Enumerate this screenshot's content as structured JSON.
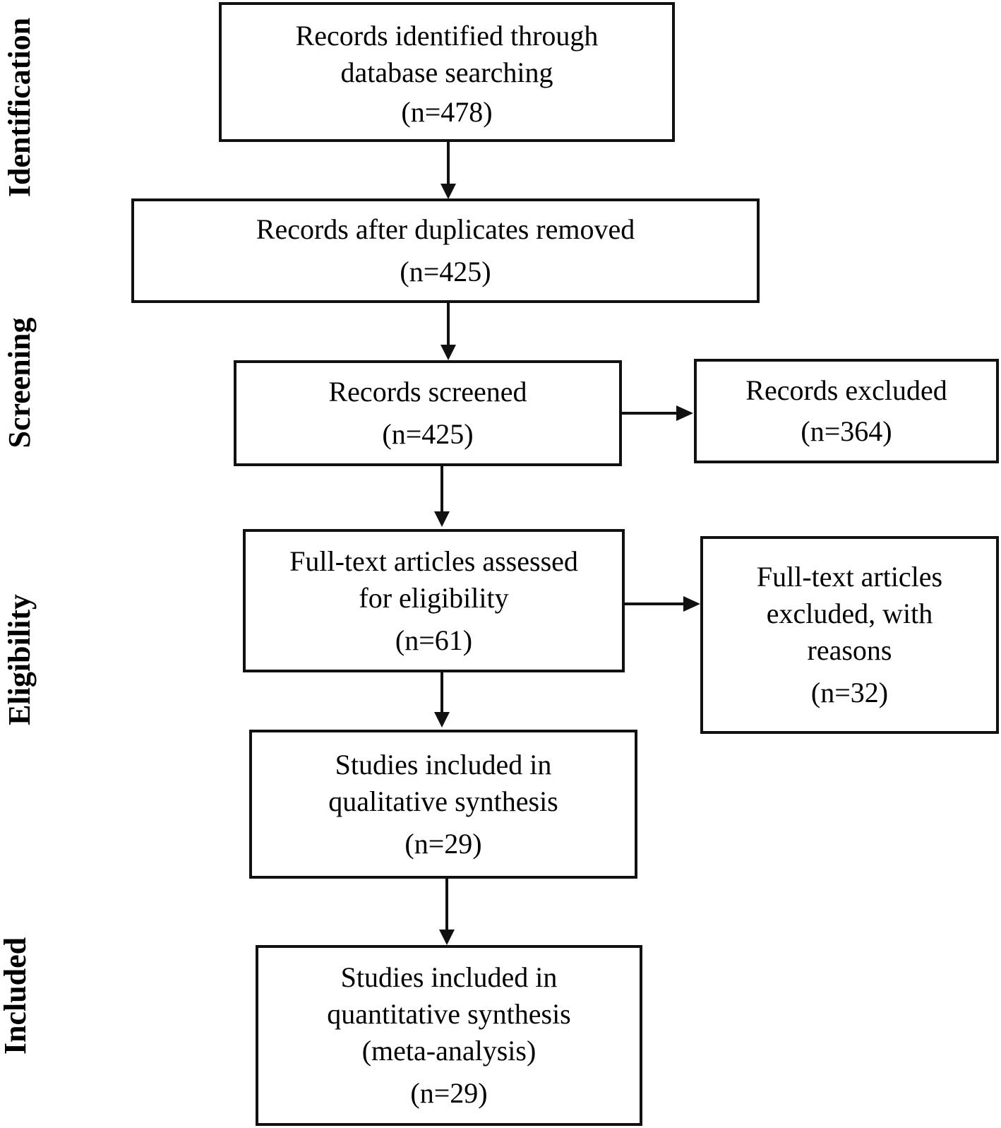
{
  "stages": {
    "identification": "Identification",
    "screening": "Screening",
    "eligibility": "Eligibility",
    "included": "Included"
  },
  "boxes": {
    "identified": {
      "lines": [
        "Records identified through",
        "database searching"
      ],
      "count": "(n=478)"
    },
    "deduplicated": {
      "lines": [
        "Records after duplicates removed"
      ],
      "count": "(n=425)"
    },
    "screened": {
      "lines": [
        "Records screened"
      ],
      "count": "(n=425)"
    },
    "excluded": {
      "lines": [
        "Records excluded"
      ],
      "count": "(n=364)"
    },
    "fulltext_assessed": {
      "lines": [
        "Full-text articles assessed",
        "for eligibility"
      ],
      "count": "(n=61)"
    },
    "fulltext_excluded": {
      "lines": [
        "Full-text articles",
        "excluded, with",
        "reasons"
      ],
      "count": "(n=32)"
    },
    "qualitative": {
      "lines": [
        "Studies included in",
        "qualitative synthesis"
      ],
      "count": "(n=29)"
    },
    "quantitative": {
      "lines": [
        "Studies included in",
        "quantitative synthesis",
        "(meta-analysis)"
      ],
      "count": "(n=29)"
    }
  }
}
